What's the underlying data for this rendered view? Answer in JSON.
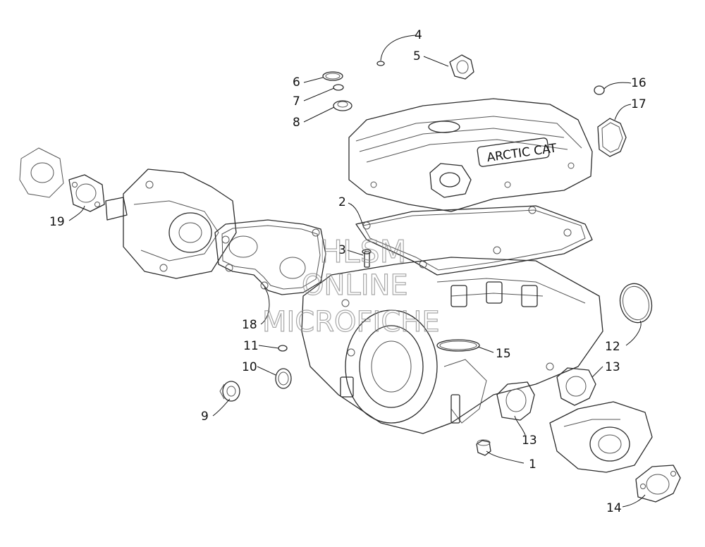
{
  "callouts": [
    {
      "id": "1",
      "label": "1"
    },
    {
      "id": "2",
      "label": "2"
    },
    {
      "id": "3",
      "label": "3"
    },
    {
      "id": "4",
      "label": "4"
    },
    {
      "id": "5",
      "label": "5"
    },
    {
      "id": "6",
      "label": "6"
    },
    {
      "id": "7",
      "label": "7"
    },
    {
      "id": "8",
      "label": "8"
    },
    {
      "id": "9",
      "label": "9"
    },
    {
      "id": "10",
      "label": "10"
    },
    {
      "id": "11",
      "label": "11"
    },
    {
      "id": "12",
      "label": "12"
    },
    {
      "id": "13a",
      "label": "13"
    },
    {
      "id": "13b",
      "label": "13"
    },
    {
      "id": "14",
      "label": "14"
    },
    {
      "id": "15",
      "label": "15"
    },
    {
      "id": "16",
      "label": "16"
    },
    {
      "id": "17",
      "label": "17"
    },
    {
      "id": "18",
      "label": "18"
    },
    {
      "id": "19",
      "label": "19"
    }
  ],
  "watermark": {
    "line1": "HLSM",
    "line2": "ONLINE",
    "line3": "MICROFICHE",
    "color": "#8a8a8a"
  },
  "cover_logo": "ARCTIC CAT",
  "colors": {
    "line": "#2b2b2b",
    "background": "#ffffff"
  }
}
